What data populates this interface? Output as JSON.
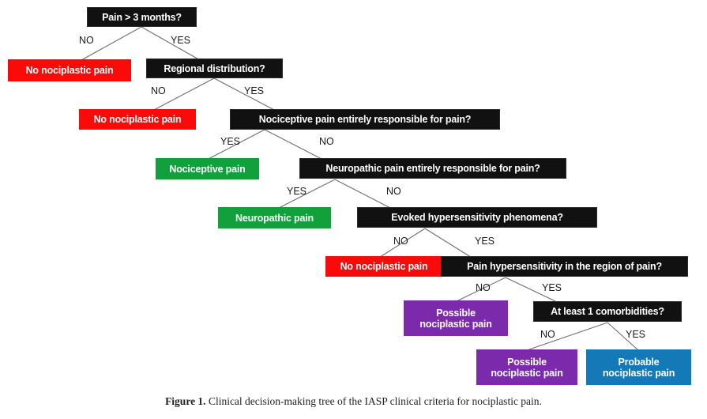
{
  "figure": {
    "caption_label": "Figure 1.",
    "caption_text": " Clinical decision-making tree of the IASP clinical criteria for nociplastic pain."
  },
  "colors": {
    "decision": "#111111",
    "negative": "#fb0a0a",
    "nociceptive": "#12a03c",
    "possible": "#7b2aab",
    "probable": "#1379b7",
    "edge": "#6e6e6e",
    "text_on_fill": "#ffffff",
    "caption_text": "#231f20"
  },
  "tree": {
    "nodes": [
      {
        "id": "q-duration",
        "kind": "decision",
        "label": "Pain > 3 months?"
      },
      {
        "id": "out-no-1",
        "kind": "red",
        "label": "No nociplastic pain"
      },
      {
        "id": "q-regional",
        "kind": "decision",
        "label": "Regional distribution?"
      },
      {
        "id": "out-no-2",
        "kind": "red",
        "label": "No nociplastic pain"
      },
      {
        "id": "q-nociceptive",
        "kind": "decision",
        "label": "Nociceptive pain entirely responsible for pain?"
      },
      {
        "id": "out-nociceptive",
        "kind": "green",
        "label": "Nociceptive pain"
      },
      {
        "id": "q-neuropathic",
        "kind": "decision",
        "label": "Neuropathic pain entirely responsible for pain?"
      },
      {
        "id": "out-neuropathic",
        "kind": "green",
        "label": "Neuropathic pain"
      },
      {
        "id": "q-evoked",
        "kind": "decision",
        "label": "Evoked hypersensitivity phenomena?"
      },
      {
        "id": "out-no-3",
        "kind": "red",
        "label": "No nociplastic pain"
      },
      {
        "id": "q-hypersensitivity",
        "kind": "decision",
        "label": "Pain hypersensitivity in the region of pain?"
      },
      {
        "id": "out-possible-1",
        "kind": "purple",
        "label": "Possible\nnociplastic pain"
      },
      {
        "id": "q-comorbidities",
        "kind": "decision",
        "label": "At least 1 comorbidities?"
      },
      {
        "id": "out-possible-2",
        "kind": "purple",
        "label": "Possible\nnociplastic pain"
      },
      {
        "id": "out-probable",
        "kind": "blue",
        "label": "Probable\nnociplastic pain"
      }
    ],
    "edges": [
      {
        "from": "q-duration",
        "to": "out-no-1",
        "label": "NO"
      },
      {
        "from": "q-duration",
        "to": "q-regional",
        "label": "YES"
      },
      {
        "from": "q-regional",
        "to": "out-no-2",
        "label": "NO"
      },
      {
        "from": "q-regional",
        "to": "q-nociceptive",
        "label": "YES"
      },
      {
        "from": "q-nociceptive",
        "to": "out-nociceptive",
        "label": "YES"
      },
      {
        "from": "q-nociceptive",
        "to": "q-neuropathic",
        "label": "NO"
      },
      {
        "from": "q-neuropathic",
        "to": "out-neuropathic",
        "label": "YES"
      },
      {
        "from": "q-neuropathic",
        "to": "q-evoked",
        "label": "NO"
      },
      {
        "from": "q-evoked",
        "to": "out-no-3",
        "label": "NO"
      },
      {
        "from": "q-evoked",
        "to": "q-hypersensitivity",
        "label": "YES"
      },
      {
        "from": "q-hypersensitivity",
        "to": "out-possible-1",
        "label": "NO"
      },
      {
        "from": "q-hypersensitivity",
        "to": "q-comorbidities",
        "label": "YES"
      },
      {
        "from": "q-comorbidities",
        "to": "out-possible-2",
        "label": "NO"
      },
      {
        "from": "q-comorbidities",
        "to": "out-probable",
        "label": "YES"
      }
    ]
  }
}
